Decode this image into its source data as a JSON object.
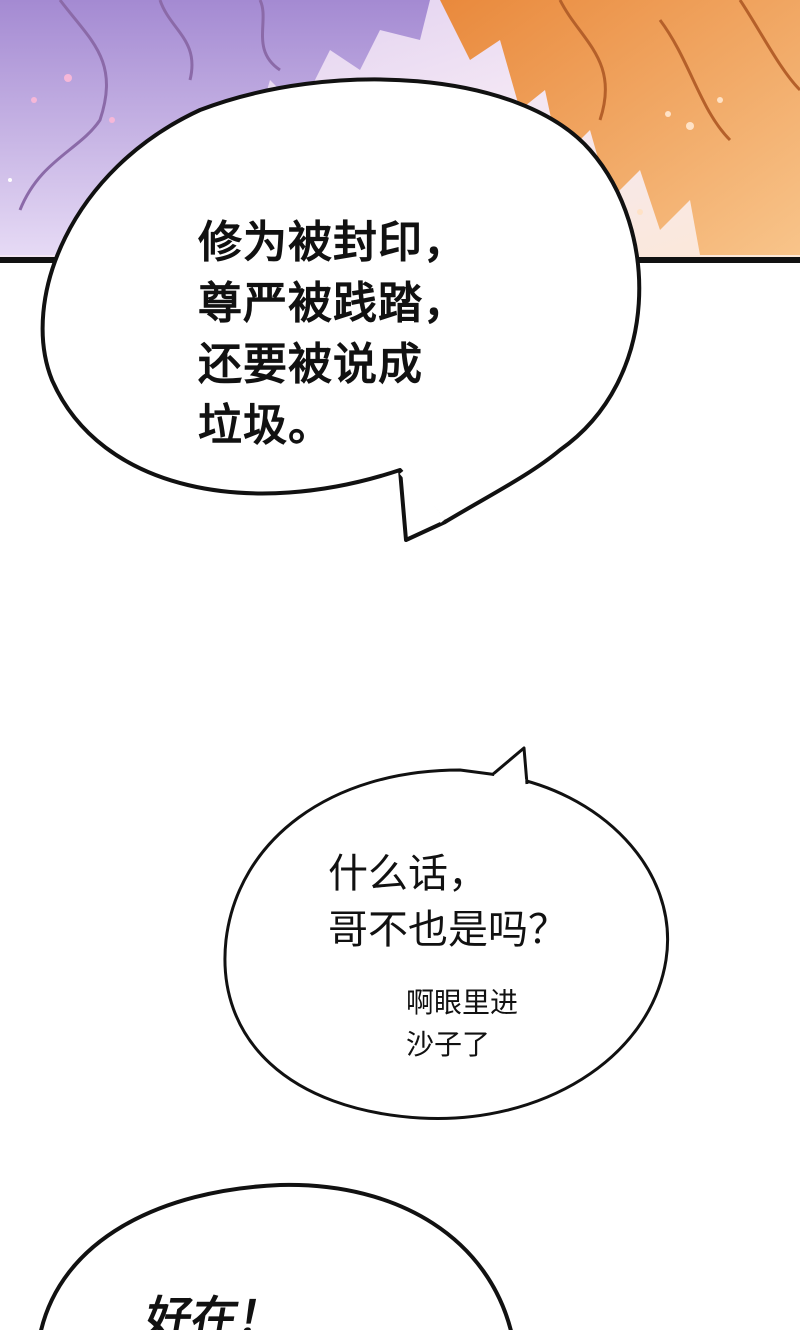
{
  "panel": {
    "bubble_top": {
      "lines": [
        "修为被封印，",
        "尊严被践踏，",
        "还要被说成",
        "垃圾。"
      ]
    },
    "bubble_middle": {
      "lines": [
        "什么话，",
        "哥不也是吗？"
      ],
      "aside_lines": [
        "啊眼里进",
        "沙子了"
      ]
    },
    "bubble_bottom": {
      "lines": [
        "好在！"
      ]
    }
  },
  "colors": {
    "sky_violet": "#c9b3e8",
    "hair_purple": "#b59ad8",
    "hair_orange": "#f0a35a",
    "panel_border": "#111111",
    "bubble_fill": "#ffffff",
    "text": "#111111"
  }
}
